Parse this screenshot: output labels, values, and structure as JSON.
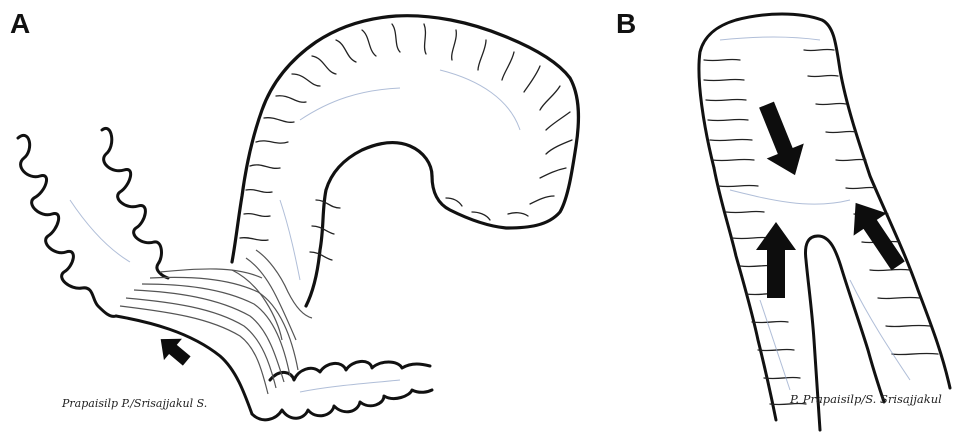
{
  "panels": {
    "a": {
      "label": "A",
      "credit": "Prapaisilp P./Srisajjakul S."
    },
    "b": {
      "label": "B",
      "credit": "P. Prapaisilp/S. Srisajjakul"
    }
  },
  "colors": {
    "outline": "#111111",
    "arrow": "#0d0d0d",
    "fold_shade": "#8fa3c8"
  },
  "icons": [
    "arrow-icon"
  ]
}
